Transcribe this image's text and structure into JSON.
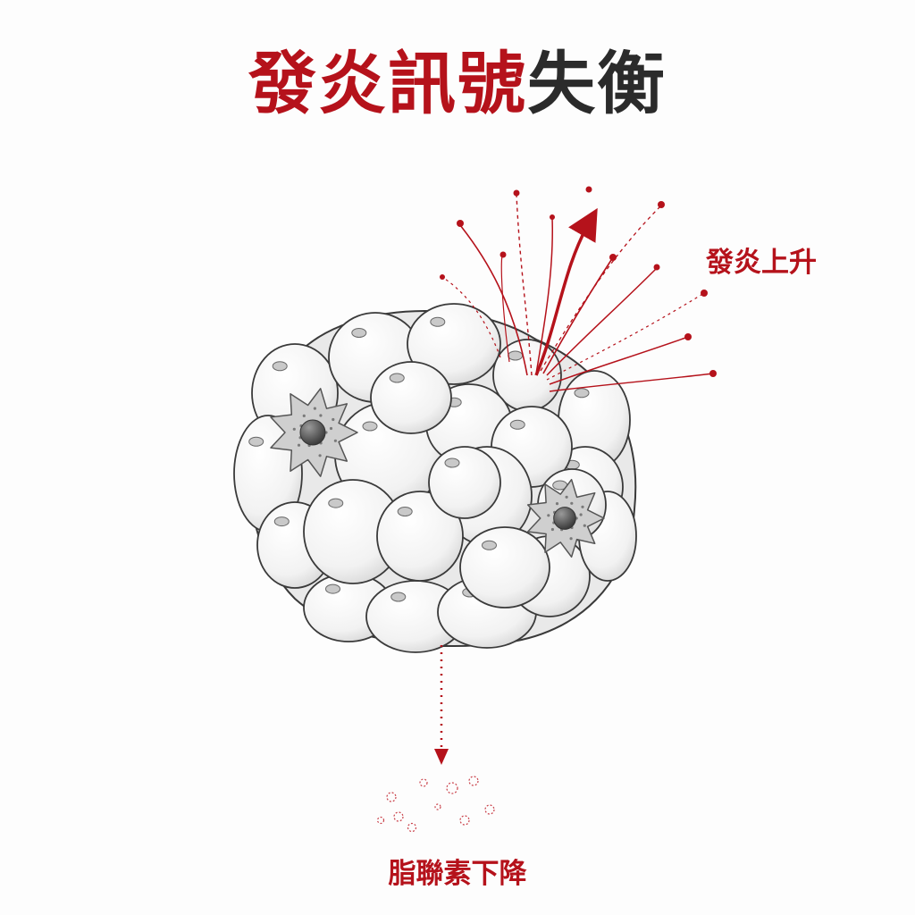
{
  "title": {
    "part_red": "發炎訊號",
    "part_dark": "失衡"
  },
  "labels": {
    "inflammation_up": "發炎上升",
    "adiponectin_down": "脂聯素下降"
  },
  "colors": {
    "accent_red": "#b5121b",
    "title_dark": "#2b2b2b",
    "cell_fill": "#ffffff",
    "cell_stroke": "#3a3a3a",
    "macrophage_fill": "#cfcfcf"
  },
  "icons": {
    "cluster": "fat-cell-cluster-icon",
    "immune_cell": "macrophage-icon",
    "up_arrow": "arrow-up-icon",
    "down_arrow": "arrow-down-icon"
  }
}
